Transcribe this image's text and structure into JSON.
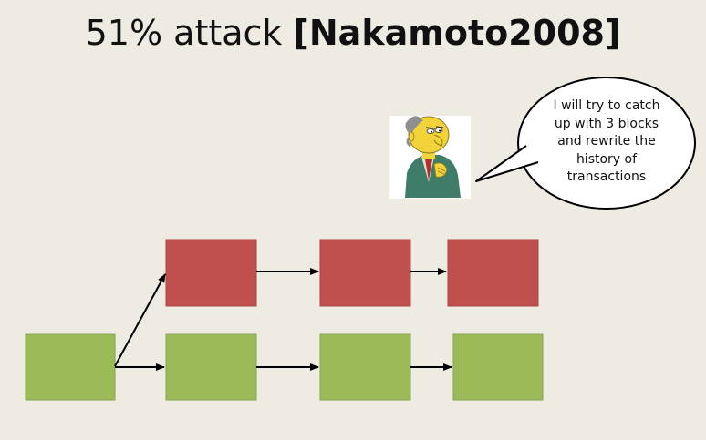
{
  "title": {
    "main": "51% attack ",
    "citation": "[Nakamoto2008]"
  },
  "speech_bubble": {
    "lines": [
      "I will try to catch",
      "up with 3 blocks",
      "and rewrite the",
      "history of",
      "transactions"
    ]
  },
  "character": {
    "icon": "mr-burns-icon"
  },
  "colors": {
    "background": "#eeebe2",
    "attacker_block": "#c0504d",
    "honest_block": "#9bbb59",
    "arrow": "#000000"
  },
  "chains": {
    "attacker_blocks": 3,
    "honest_blocks": 4
  }
}
